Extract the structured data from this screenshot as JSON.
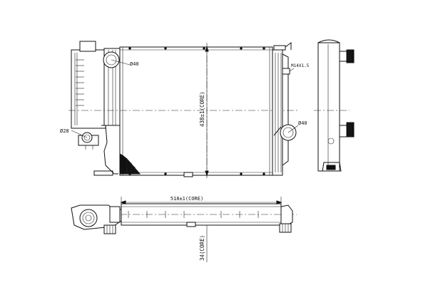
{
  "dimensions": {
    "dia_top": "Ø40",
    "dia_right": "Ø40",
    "dia_left": "Ø28",
    "thread": "M14X1.5",
    "core_height": "438±1(CORE)",
    "core_width": "518±1(CORE)",
    "core_depth": "34(CORE)"
  }
}
